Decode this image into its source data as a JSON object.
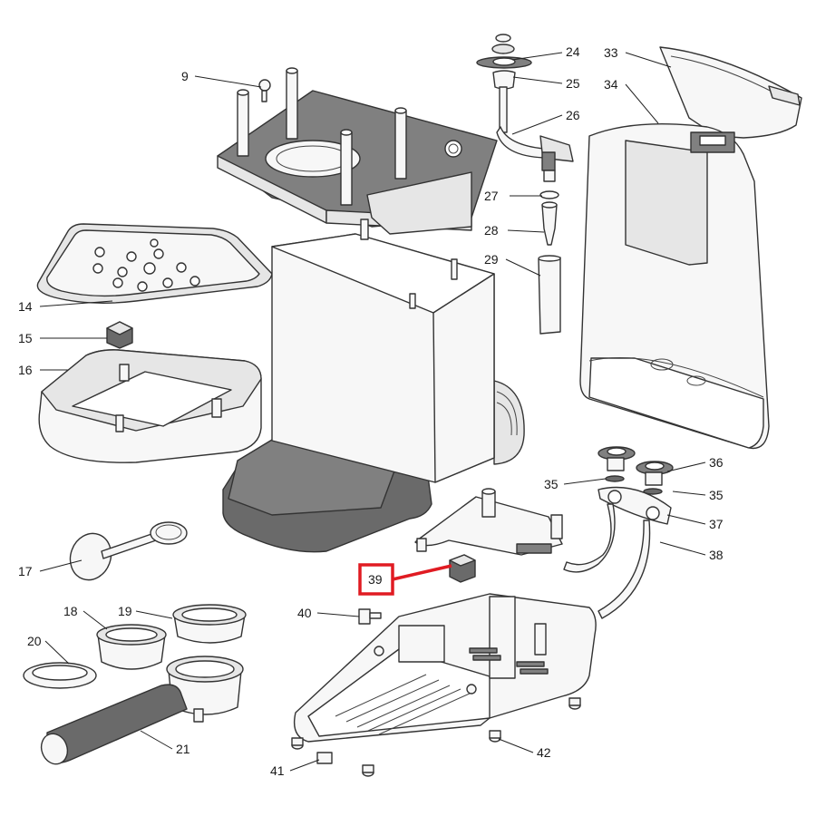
{
  "diagram": {
    "highlighted_part": "39",
    "colors": {
      "highlight": "#e01b22",
      "part_dark": "#808080",
      "part_light": "#f7f7f7",
      "outline": "#333333"
    },
    "labels": {
      "p9": "9",
      "p14": "14",
      "p15": "15",
      "p16": "16",
      "p17": "17",
      "p18": "18",
      "p19": "19",
      "p20": "20",
      "p21": "21",
      "p24": "24",
      "p25": "25",
      "p26": "26",
      "p27": "27",
      "p28": "28",
      "p29": "29",
      "p33": "33",
      "p34": "34",
      "p35a": "35",
      "p35b": "35",
      "p36": "36",
      "p37": "37",
      "p38": "38",
      "p39": "39",
      "p40": "40",
      "p41": "41",
      "p42": "42"
    }
  }
}
